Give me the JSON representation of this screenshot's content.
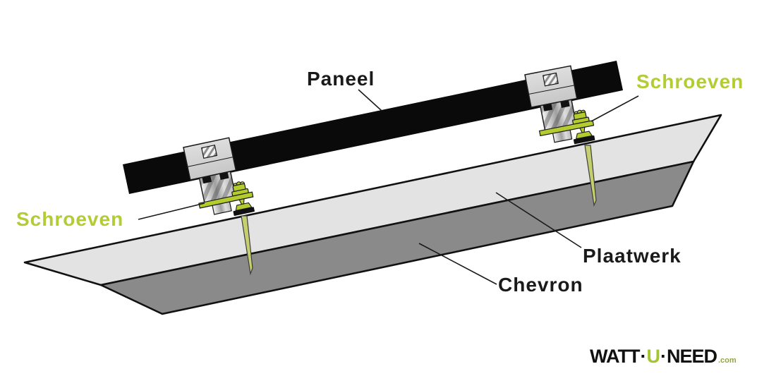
{
  "diagram": {
    "labels": {
      "paneel": "Paneel",
      "schroeven_left": "Schroeven",
      "schroeven_right": "Schroeven",
      "plaatwerk": "Plaatwerk",
      "chevron": "Chevron"
    },
    "colors": {
      "label_black": "#1a1a1a",
      "label_green": "#b2cc33",
      "panel_rail_black": "#0a0a0a",
      "sheet_light_gray": "#e3e3e3",
      "chevron_dark_gray": "#8a8a8a",
      "clamp_gray": "#d6d6d6",
      "hardware_green": "#b5cc2e",
      "screw_shaft_green": "#c6cf6f"
    }
  },
  "logo": {
    "watt": "WATT",
    "sep1": "·",
    "u": "U",
    "sep2": "·",
    "need": "NEED",
    "tld": ".com"
  }
}
